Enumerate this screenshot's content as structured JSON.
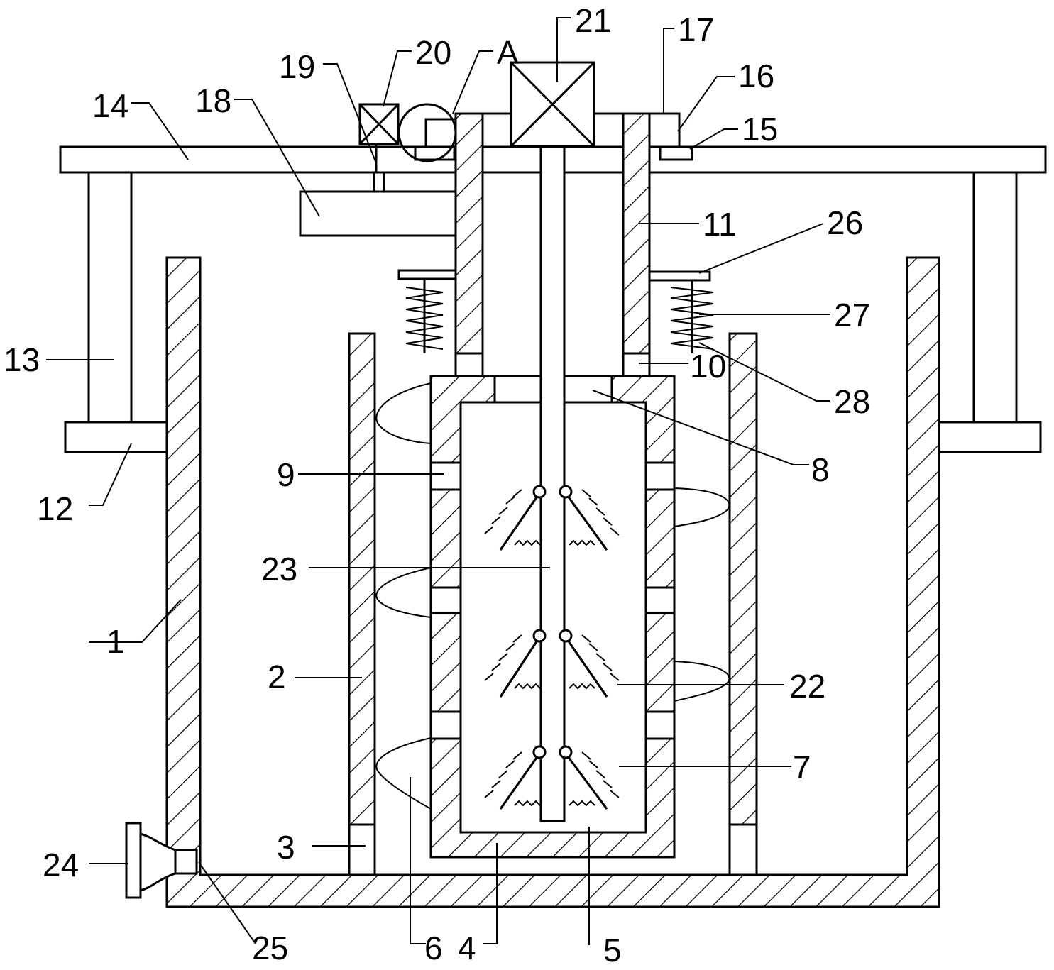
{
  "labels": {
    "l1": "1",
    "l2": "2",
    "l3": "3",
    "l4": "4",
    "l5": "5",
    "l6": "6",
    "l7": "7",
    "l8": "8",
    "l9": "9",
    "l10": "10",
    "l11": "11",
    "l12": "12",
    "l13": "13",
    "l14": "14",
    "l15": "15",
    "l16": "16",
    "l17": "17",
    "l18": "18",
    "l19": "19",
    "l20": "20",
    "lA": "A",
    "l21": "21",
    "l22": "22",
    "l23": "23",
    "l24": "24",
    "l25": "25",
    "l26": "26",
    "l27": "27",
    "l28": "28"
  }
}
